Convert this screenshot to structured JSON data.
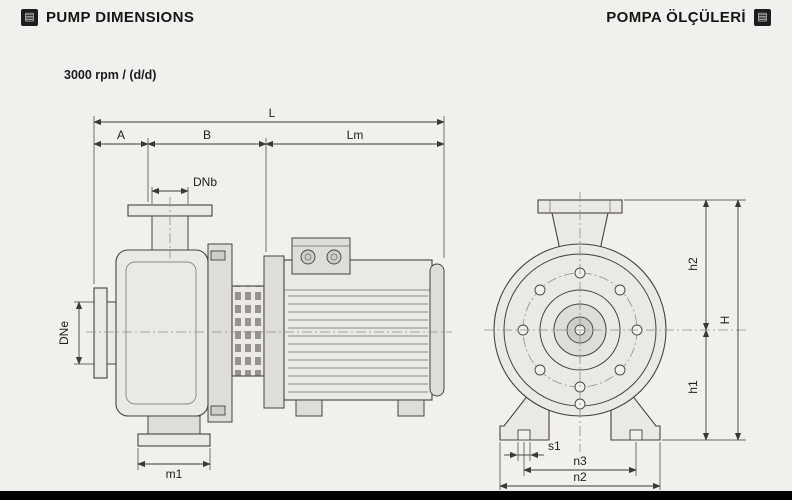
{
  "header": {
    "left_title": "PUMP DIMENSIONS",
    "right_title": "POMPA ÖLÇÜLERİ",
    "left_icon": "document-icon",
    "right_icon": "document-icon",
    "icon_glyph": "▤"
  },
  "subtitle": "3000 rpm / (d/d)",
  "drawing": {
    "dims": {
      "L": "L",
      "A": "A",
      "B": "B",
      "Lm": "Lm",
      "DNb": "DNb",
      "DNe": "DNe",
      "m1": "m1",
      "h1": "h1",
      "h2": "h2",
      "H": "H",
      "s1": "s1",
      "n3": "n3",
      "n2": "n2"
    }
  },
  "colors": {
    "background": "#f2f0ed",
    "drawing_line": "#45433f",
    "header_text": "#161616",
    "footer_bar": "#000000"
  }
}
